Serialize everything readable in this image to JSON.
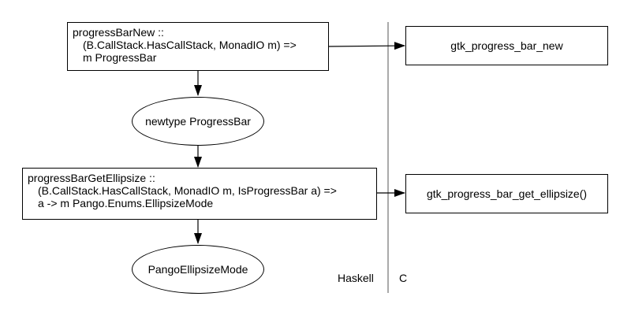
{
  "diagram": {
    "haskell_nodes": {
      "progress_bar_new": {
        "line1": "progressBarNew ::",
        "line2": "(B.CallStack.HasCallStack, MonadIO m) =>",
        "line3": "m ProgressBar"
      },
      "newtype_progress_bar": "newtype ProgressBar",
      "progress_bar_get_ellipsize": {
        "line1": "progressBarGetEllipsize ::",
        "line2": "(B.CallStack.HasCallStack, MonadIO m, IsProgressBar a) =>",
        "line3": "a -> m Pango.Enums.EllipsizeMode"
      },
      "pango_ellipsize_mode": "PangoEllipsizeMode"
    },
    "c_nodes": {
      "gtk_progress_bar_new": "gtk_progress_bar_new",
      "gtk_progress_bar_get_ellipsize": "gtk_progress_bar_get_ellipsize()"
    },
    "region_labels": {
      "haskell": "Haskell",
      "c": "C"
    },
    "colors": {
      "stroke": "#000000",
      "divider": "#555555",
      "background": "#ffffff"
    }
  }
}
